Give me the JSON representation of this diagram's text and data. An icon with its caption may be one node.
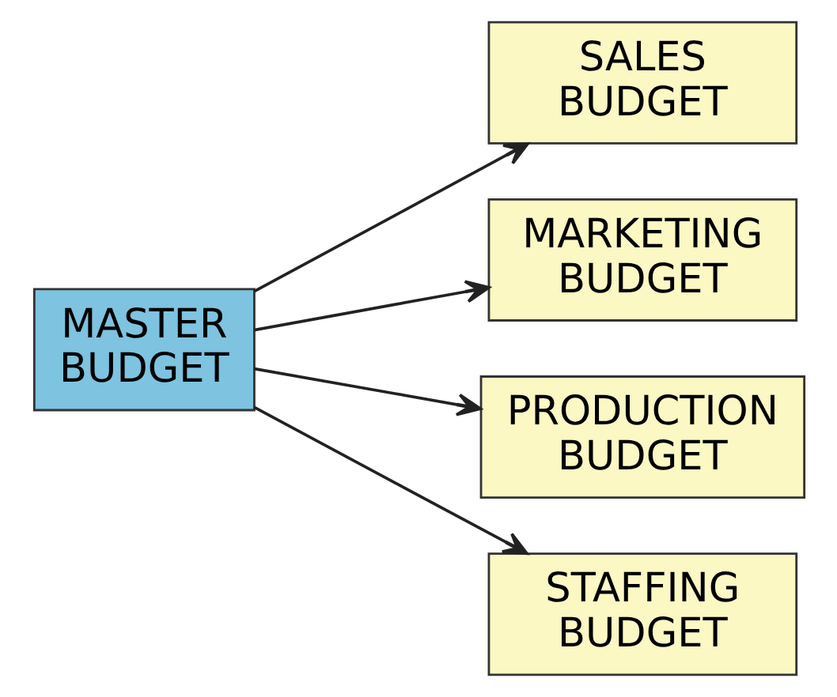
{
  "diagram": {
    "nodes": [
      {
        "text": [
          "MASTER BUDGET"
        ]
      },
      {
        "text": [
          "SALES BUDGET"
        ]
      },
      {
        "text": [
          "MARKETING BUDGET"
        ]
      },
      {
        "text": [
          "PRODUCTION BUDGET"
        ]
      },
      {
        "text": [
          "STAFFING BUDGET"
        ]
      }
    ],
    "edges": [
      {
        "from": 0,
        "to": 1,
        "arrow": "to"
      },
      {
        "from": 0,
        "to": 2,
        "arrow": "to"
      },
      {
        "from": 0,
        "to": 3,
        "arrow": "to"
      },
      {
        "from": 0,
        "to": 4,
        "arrow": "to"
      }
    ]
  }
}
